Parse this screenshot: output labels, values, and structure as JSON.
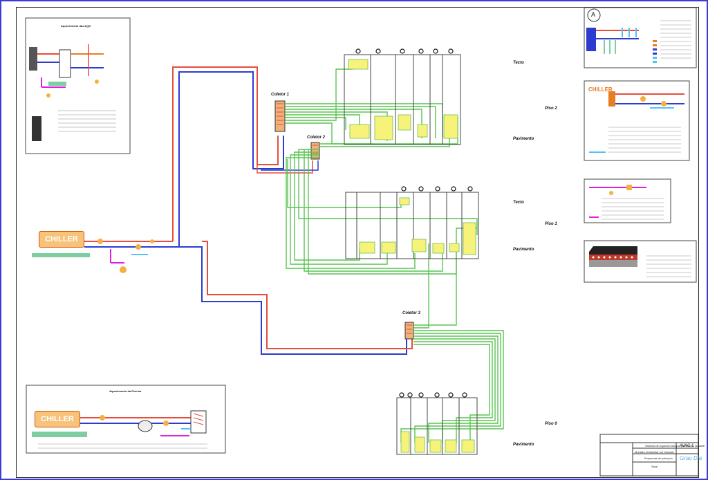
{
  "diagram": {
    "labels": {
      "coletor1": "Coletor 1",
      "coletor2": "Coletor 2",
      "coletor3": "Coletor 3",
      "tecto_top": "Tecto",
      "piso2": "Piso 2",
      "pavimento_top": "Pavimento",
      "tecto_mid": "Tecto",
      "piso1": "Piso 1",
      "pavimento_mid": "Pavimento",
      "piso0": "Piso 0",
      "pavimento_bottom": "Pavimento"
    },
    "chiller_main": "CHILLER",
    "chiller_detail": "CHILLER",
    "chiller_pool": "CHILLER",
    "detail_a_title": "Aquecimento das AQS",
    "detail_b_title": "Aquecimento da Piscina",
    "detail_circle": "A"
  },
  "title_block": {
    "drawing_code": "AVAC 1",
    "description": "Sistema de Aquecimento por pavimento radiante",
    "project": "Moradia Unifamiliar em Cascais",
    "sheet": "Esquemas de princípio",
    "scale": "Sinal",
    "brand": "Grau Dia"
  }
}
